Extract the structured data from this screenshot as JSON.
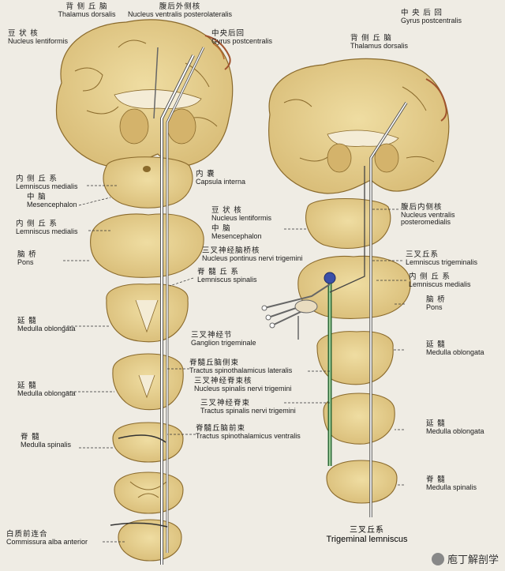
{
  "left_labels": [
    {
      "id": "thalamus-dorsalis-left",
      "zh": "背 侧 丘 脑",
      "en": "Thalamus dorsalis"
    },
    {
      "id": "nucleus-vpl",
      "zh": "腹后外侧核",
      "en": "Nucleus ventralis posterolateralis"
    },
    {
      "id": "nucleus-lentiformis-left",
      "zh": "豆 状 核",
      "en": "Nucleus lentiformis"
    },
    {
      "id": "gyrus-postcentralis-left",
      "zh": "中央后回",
      "en": "Gyrus postcentralis"
    },
    {
      "id": "lemniscus-medialis-1",
      "zh": "内 侧 丘 系",
      "en": "Lemniscus medialis"
    },
    {
      "id": "mesencephalon-left",
      "zh": "中  脑",
      "en": "Mesencephalon"
    },
    {
      "id": "capsula-interna",
      "zh": "内  囊",
      "en": "Capsula interna"
    },
    {
      "id": "lemniscus-medialis-2",
      "zh": "内 侧 丘 系",
      "en": "Lemniscus medialis"
    },
    {
      "id": "pons-left",
      "zh": "脑  桥",
      "en": "Pons"
    },
    {
      "id": "lemniscus-spinalis",
      "zh": "脊 髓 丘 系",
      "en": "Lemniscus spinalis"
    },
    {
      "id": "medulla-oblongata-l1",
      "zh": "延  髓",
      "en": "Medulla oblongata"
    },
    {
      "id": "medulla-oblongata-l2",
      "zh": "延  髓",
      "en": "Medulla oblongata"
    },
    {
      "id": "tract-st-lateralis",
      "zh": "脊髓丘脑侧束",
      "en": "Tractus spinothalamicus lateralis"
    },
    {
      "id": "medulla-spinalis-left",
      "zh": "脊  髓",
      "en": "Medulla spinalis"
    },
    {
      "id": "tract-st-ventralis",
      "zh": "脊髓丘脑前束",
      "en": "Tractus spinothalamicus ventralis"
    },
    {
      "id": "commissura-alba",
      "zh": "白质前连合",
      "en": "Commissura alba anterior"
    }
  ],
  "right_labels": [
    {
      "id": "gyrus-postcentralis-right",
      "zh": "中 央 后 回",
      "en": "Gyrus postcentralis"
    },
    {
      "id": "thalamus-dorsalis-right",
      "zh": "背 侧 丘 脑",
      "en": "Thalamus dorsalis"
    },
    {
      "id": "nucleus-lentiformis-right",
      "zh": "豆 状 核",
      "en": "Nucleus lentiformis"
    },
    {
      "id": "mesencephalon-right",
      "zh": "中  脑",
      "en": "Mesencephalon"
    },
    {
      "id": "nucleus-vpm",
      "zh": "腹后内侧核",
      "en": "Nucleus ventralis posteromedialis"
    },
    {
      "id": "nucleus-pontinus",
      "zh": "三叉神经脑桥核",
      "en": "Nucleus pontinus nervi trigemini"
    },
    {
      "id": "lemniscus-trigeminalis",
      "zh": "三叉丘系",
      "en": "Lemniscus trigeminalis"
    },
    {
      "id": "lemniscus-medialis-right",
      "zh": "内 侧 丘 系",
      "en": "Lemniscus medialis"
    },
    {
      "id": "pons-right",
      "zh": "脑  桥",
      "en": "Pons"
    },
    {
      "id": "ganglion-trigeminale",
      "zh": "三叉神经节",
      "en": "Ganglion trigeminale"
    },
    {
      "id": "medulla-oblongata-r1",
      "zh": "延  髓",
      "en": "Medulla oblongata"
    },
    {
      "id": "nucleus-spinalis",
      "zh": "三叉神经脊束核",
      "en": "Nucleus spinalis nervi trigemini"
    },
    {
      "id": "tractus-spinalis",
      "zh": "三叉神经脊束",
      "en": "Tractus spinalis nervi trigemini"
    },
    {
      "id": "medulla-oblongata-r2",
      "zh": "延  髓",
      "en": "Medulla oblongata"
    },
    {
      "id": "medulla-spinalis-right",
      "zh": "脊  髓",
      "en": "Medulla spinalis"
    }
  ],
  "caption": {
    "zh": "三叉丘系",
    "en": "Trigeminal lemniscus"
  },
  "watermark": {
    "text": "庖丁解剖学"
  },
  "colors": {
    "tissue": "#e4cf8c",
    "tissue_dark": "#c9a75f",
    "outline": "#8a6a2c",
    "tract": "#ffffff",
    "nerve_green": "#2e6b3a",
    "nerve_blue": "#3a4fa8",
    "vessel": "#a0522d"
  }
}
